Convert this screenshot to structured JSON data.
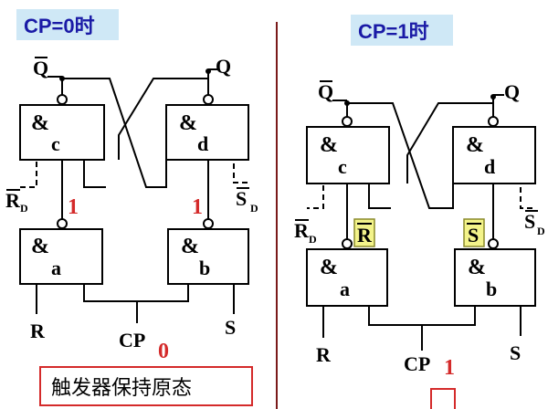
{
  "left_panel": {
    "header": "CP=0时",
    "gates": {
      "c": "c",
      "d": "d",
      "a": "a",
      "b": "b",
      "amp": "&"
    },
    "q_bar": "Q",
    "q": "Q",
    "r_d": "R",
    "r_d_sub": "D",
    "s_d": "S",
    "s_d_sub": "D",
    "val_left": "1",
    "val_right": "1",
    "input_r": "R",
    "input_s": "S",
    "cp_label": "CP",
    "cp_value": "0",
    "note": "触发器保持原态"
  },
  "right_panel": {
    "header": "CP=1时",
    "gates": {
      "c": "c",
      "d": "d",
      "a": "a",
      "b": "b",
      "amp": "&"
    },
    "q_bar": "Q",
    "q": "Q",
    "r_d": "R",
    "r_d_sub": "D",
    "s_d": "S",
    "s_d_sub": "D",
    "box_r": "R",
    "box_s": "S",
    "input_r": "R",
    "input_s": "S",
    "cp_label": "CP",
    "cp_value": "1"
  },
  "colors": {
    "header_bg": "#cfe8f6",
    "header_text": "#1a1aa6",
    "value_red": "#d42a2a",
    "highlight_box": "#f3f38a",
    "note_border": "#d42a2a"
  }
}
